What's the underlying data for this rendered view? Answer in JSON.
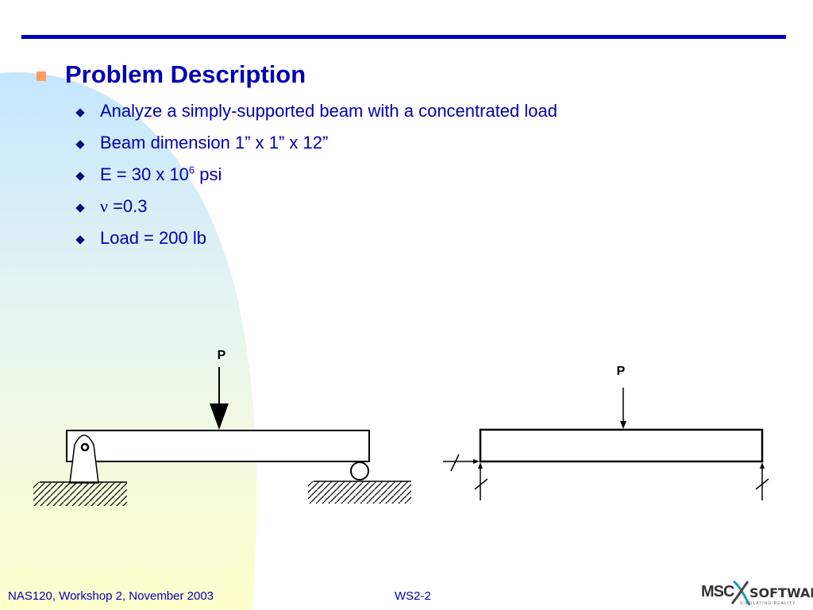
{
  "heading": "Problem Description",
  "items": [
    {
      "text": "Analyze a simply-supported beam with a concentrated load"
    },
    {
      "text": "Beam dimension  1” x 1” x 12”"
    },
    {
      "prefix": "E = 30 x 10",
      "exponent": "6",
      "suffix": " psi"
    },
    {
      "symbol": "ν",
      "text": " =0.3"
    },
    {
      "text": "Load = 200 lb"
    }
  ],
  "diagram_left": {
    "load_label": "P"
  },
  "diagram_right": {
    "load_label": "P"
  },
  "footer": {
    "left": "NAS120, Workshop 2, November 2003",
    "center": "WS2-2"
  },
  "logo": {
    "msc": "MSC",
    "software": "SOFTWARE",
    "tagline": "SIMULATING REALITY"
  },
  "colors": {
    "title": "#0000b4",
    "bullet": "#ff9966",
    "rule": "#0000b4"
  }
}
